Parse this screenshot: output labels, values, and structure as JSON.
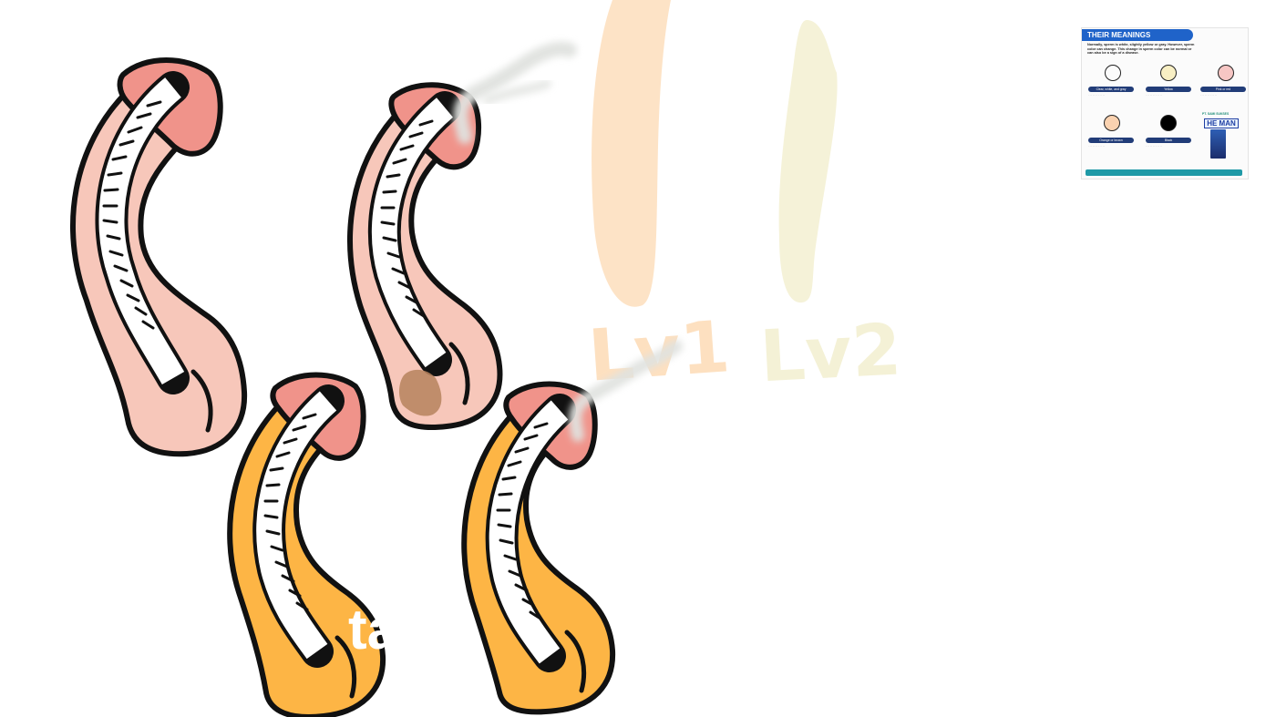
{
  "canvas": {
    "labels": {
      "lv1": "Lv1",
      "lv2": "Lv2",
      "partial": "ta"
    }
  },
  "colors": {
    "outline": "#111111",
    "glans": "#f0938a",
    "skin_pink": "#f7c7ba",
    "skin_orange": "#fdb545",
    "stroke_white": "#ffffff",
    "smear_orange": "#fde0c0",
    "smear_yellow": "#f4f1d6",
    "semen_grey": "#e0e2df",
    "brown_spot": "#b6835d"
  },
  "poster": {
    "header": "THEIR MEANINGS",
    "intro": "Normally, sperm is white, slightly yellow or gray. However, sperm color can change. This change in sperm color can be normal or can also be a sign of a disease.",
    "items": [
      {
        "label": "Clear, white, and gray",
        "color": "#ffffff"
      },
      {
        "label": "Yellow",
        "color": "#f8efc4"
      },
      {
        "label": "Pink or red",
        "color": "#f6c6c4"
      },
      {
        "label": "Orange or brown",
        "color": "#fad2b0"
      },
      {
        "label": "Black",
        "color": "#000000"
      }
    ],
    "brand": "PT. SAMI SUKSES",
    "product": "HE MAN"
  }
}
